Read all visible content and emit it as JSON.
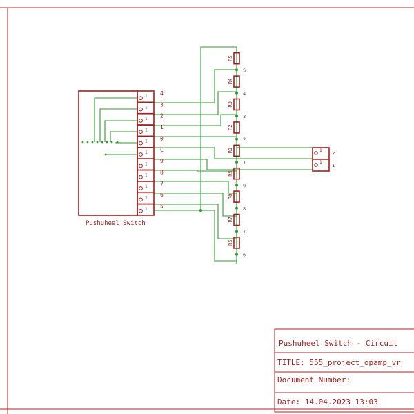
{
  "component_label": "Pushuheel Switch",
  "switch_pins": [
    "4",
    "3",
    "2",
    "1",
    "0",
    "C",
    "9",
    "8",
    "7",
    "6",
    "5"
  ],
  "pin_number": "1",
  "resistors": [
    {
      "name": "R5",
      "node": "5",
      "pos": 1
    },
    {
      "name": "R4",
      "node": "4",
      "pos": 2
    },
    {
      "name": "R3",
      "node": "3",
      "pos": 3
    },
    {
      "name": "R2",
      "node": "2",
      "pos": 4
    },
    {
      "name": "R1",
      "node": "1",
      "pos": 5
    },
    {
      "name": "R9",
      "node": "9",
      "pos": 6
    },
    {
      "name": "R8",
      "node": "8",
      "pos": 7
    },
    {
      "name": "R7",
      "node": "7",
      "pos": 8
    },
    {
      "name": "R6",
      "node": "6",
      "pos": 9
    }
  ],
  "connector": {
    "pins": [
      "2",
      "1"
    ],
    "pin_number": "1"
  },
  "title_block": {
    "heading": "Pushuheel Switch - Circuit",
    "title": "TITLE:  555_project_opamp_vr",
    "document_number": "Document Number:",
    "date": "Date: 14.04.2023 13:03"
  }
}
